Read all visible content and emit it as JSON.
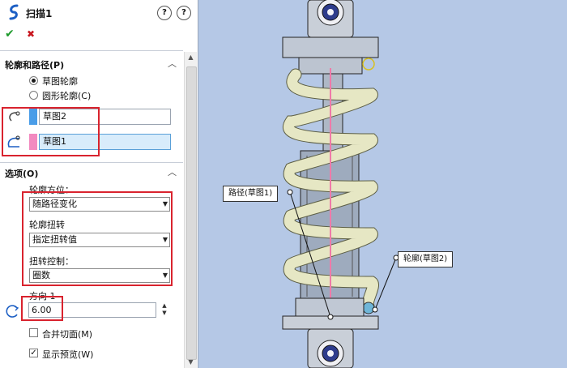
{
  "feature": {
    "title": "扫描1"
  },
  "actions": {
    "ok_glyph": "✔",
    "cancel_glyph": "✖"
  },
  "profile_path_section": {
    "heading": "轮廓和路径(P)",
    "radio_sketch": "草图轮廓",
    "radio_circular": "圆形轮廓(C)",
    "profile_value": "草图2",
    "path_value": "草图1",
    "profile_color": "#4a9de8",
    "path_color": "#f28ac0"
  },
  "options_section": {
    "heading": "选项(O)",
    "orientation_label": "轮廓方位：",
    "orientation_value": "随路径变化",
    "twist_label": "轮廓扭转",
    "twist_value": "指定扭转值",
    "twist_control_label": "扭转控制：",
    "twist_control_value": "圈数",
    "direction_label": "方向 1",
    "direction_value": "6.00",
    "merge_faces_label": "合并切面(M)",
    "show_preview_label": "显示预览(W)"
  },
  "viewport": {
    "callout_path": "路径(草图1)",
    "callout_profile": "轮廓(草图2)",
    "background": "#b5c8e6",
    "spring_color": "#e6e7c4",
    "path_line_color": "#f07aa8"
  }
}
